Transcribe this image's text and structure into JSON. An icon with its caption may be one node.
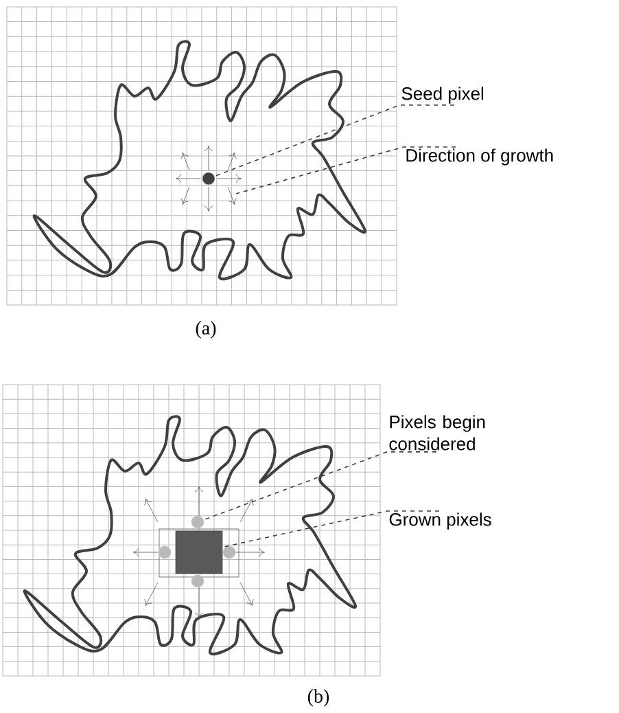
{
  "diagram": {
    "nodes": [
      {
        "text": [
          "Seed pixel"
        ]
      },
      {
        "text": [],
        "shape": "circle"
      },
      {
        "text": [
          "Direction of growth"
        ]
      },
      {
        "text": [
          "Pixels begin considered"
        ]
      },
      {
        "text": [],
        "shape": "circle"
      },
      {
        "text": [],
        "shape": "circle"
      },
      {
        "text": [],
        "shape": "circle"
      },
      {
        "text": [],
        "shape": "circle"
      },
      {
        "text": [
          "Grown pixels"
        ]
      },
      {
        "text": [],
        "shape": "box"
      }
    ],
    "edges": [
      {
        "from": 0,
        "to": 1,
        "arrow": "none",
        "style": "dashed"
      },
      {
        "from": 2,
        "to": null,
        "arrow": "none",
        "style": "dashed"
      },
      {
        "from": 3,
        "to": 4,
        "arrow": "none",
        "style": "dashed"
      },
      {
        "from": 8,
        "to": 9,
        "arrow": "none",
        "style": "dashed"
      }
    ],
    "labels": [
      "(a)",
      "(b)"
    ]
  }
}
